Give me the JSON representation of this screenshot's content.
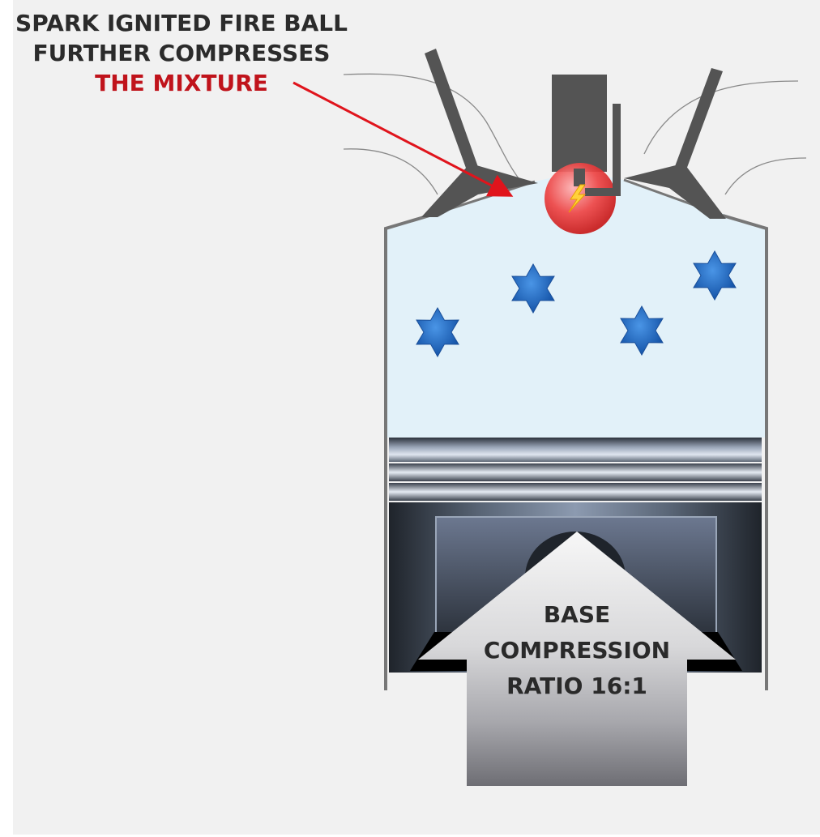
{
  "callout": {
    "line1": "SPARK IGNITED FIRE BALL",
    "line2": "FURTHER COMPRESSES",
    "line3": "THE MIXTURE"
  },
  "arrow_label": {
    "line1": "BASE",
    "line2": "COMPRESSION",
    "line3": "RATIO 16:1"
  },
  "colors": {
    "panel_background": "#f1f1f1",
    "callout_text": "#2b2b2b",
    "callout_highlight": "#c0131b",
    "pointer_arrow": "#e0141c",
    "chamber_fill": "#e2f1f9",
    "cylinder_wall": "#777777",
    "head_ports": "#545454",
    "fuel_molecules": "#1f6cc0",
    "fire_ball": "#e83a3a",
    "piston": "#3b4350",
    "arrow_label_text": "#2a2a2a"
  },
  "icons": {
    "molecule": "six-point-star-icon",
    "spark": "lightning-bolt-icon"
  }
}
